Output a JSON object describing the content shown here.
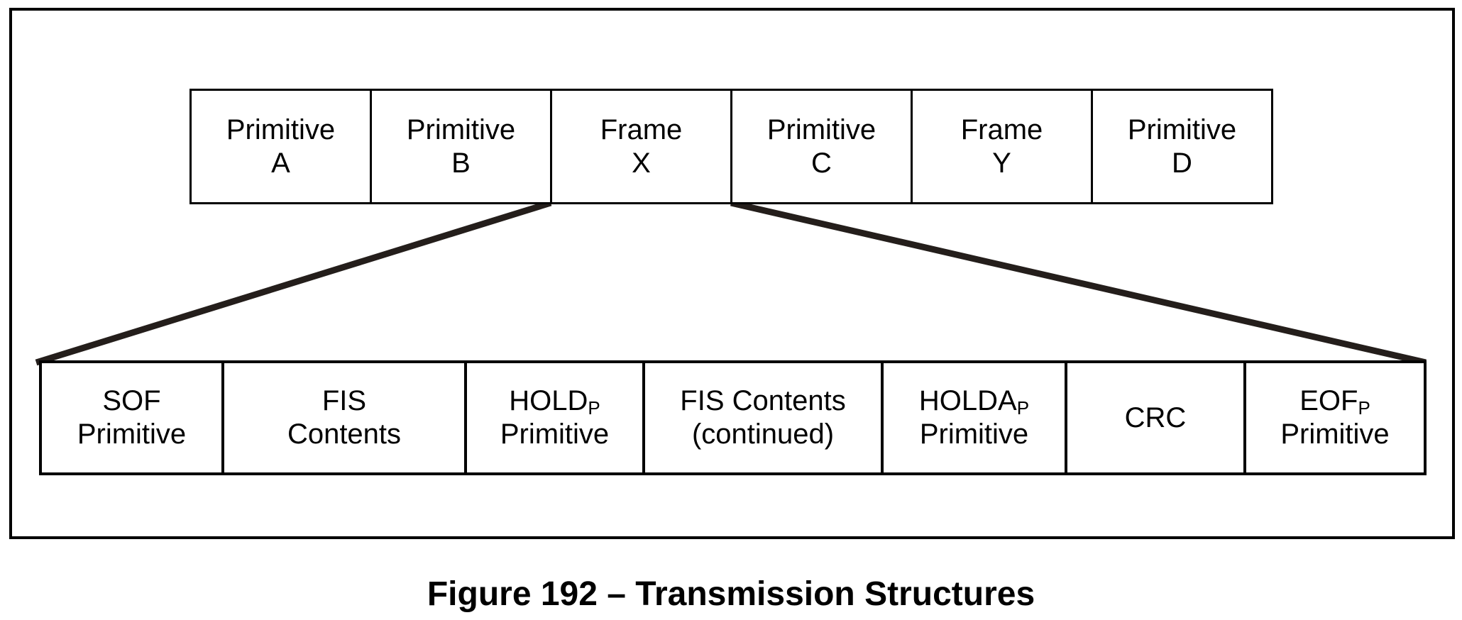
{
  "figure": {
    "caption": "Figure 192 – Transmission Structures"
  },
  "colors": {
    "line": "#000000",
    "diagonal": "#241e1b",
    "background": "#ffffff",
    "text": "#000000"
  },
  "top_row": {
    "cells": [
      {
        "line1": "Primitive",
        "line2": "A"
      },
      {
        "line1": "Primitive",
        "line2": "B"
      },
      {
        "line1": "Frame",
        "line2": "X"
      },
      {
        "line1": "Primitive",
        "line2": "C"
      },
      {
        "line1": "Frame",
        "line2": "Y"
      },
      {
        "line1": "Primitive",
        "line2": "D"
      }
    ]
  },
  "bottom_row": {
    "cells": [
      {
        "line1": "SOF",
        "line2": "Primitive"
      },
      {
        "line1": "FIS",
        "line2": "Contents"
      },
      {
        "line1": "HOLD",
        "sub1": "P",
        "line2": "Primitive"
      },
      {
        "line1": "FIS Contents",
        "line2": "(continued)"
      },
      {
        "line1": "HOLDA",
        "sub1": "P",
        "line2": "Primitive"
      },
      {
        "line1": "CRC"
      },
      {
        "line1": "EOF",
        "sub1": "P",
        "line2": "Primitive"
      }
    ]
  }
}
